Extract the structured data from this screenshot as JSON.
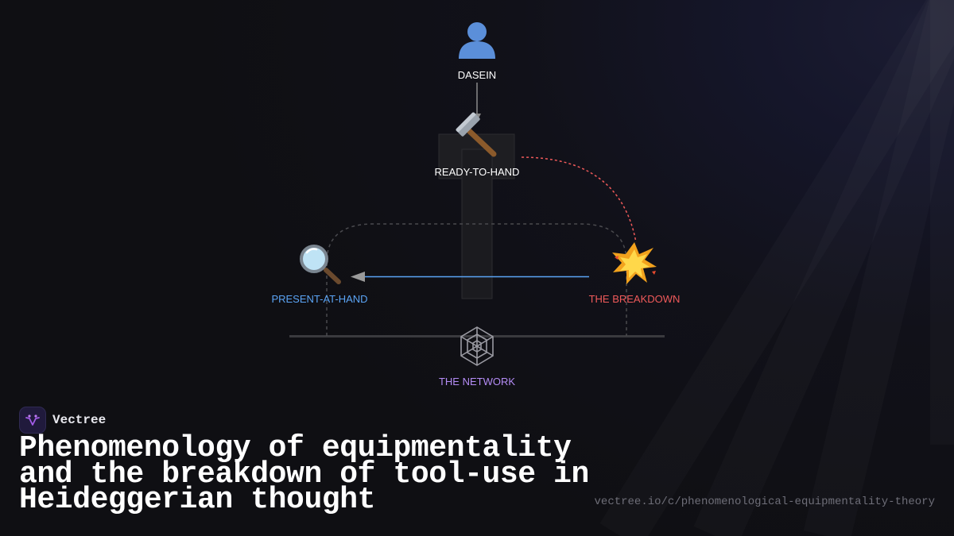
{
  "diagram": {
    "nodes": {
      "dasein": {
        "label": "DASEIN",
        "icon": "person-silhouette-icon",
        "label_color": "#ffffff"
      },
      "ready_to_hand": {
        "label": "READY-TO-HAND",
        "icon": "hammer-icon",
        "label_color": "#ffffff"
      },
      "present_at_hand": {
        "label": "PRESENT-AT-HAND",
        "icon": "magnifying-glass-icon",
        "label_color": "#5ba4f5"
      },
      "breakdown": {
        "label": "THE BREAKDOWN",
        "icon": "collision-icon",
        "label_color": "#f05a5a"
      },
      "network": {
        "label": "THE NETWORK",
        "icon": "spider-web-icon",
        "label_color": "#b48cf5"
      }
    },
    "edges": [
      {
        "from": "dasein",
        "to": "ready_to_hand",
        "style": "solid-arrow",
        "color": "#8a8a8a"
      },
      {
        "from": "ready_to_hand",
        "to": "breakdown",
        "style": "dashed-curve",
        "color": "#f05a5a"
      },
      {
        "from": "breakdown",
        "to": "present_at_hand",
        "style": "solid-arrow",
        "color": "#5ba4f5"
      },
      {
        "from": "present_at_hand",
        "to": "breakdown",
        "style": "dashed-loop",
        "color": "#555555"
      }
    ]
  },
  "brand": {
    "name": "Vectree",
    "logo_icon": "vectree-logo-icon"
  },
  "title": "Phenomenology of equipmentality and the breakdown of tool-use in Heideggerian thought",
  "url": "vectree.io/c/phenomenological-equipmentality-theory"
}
